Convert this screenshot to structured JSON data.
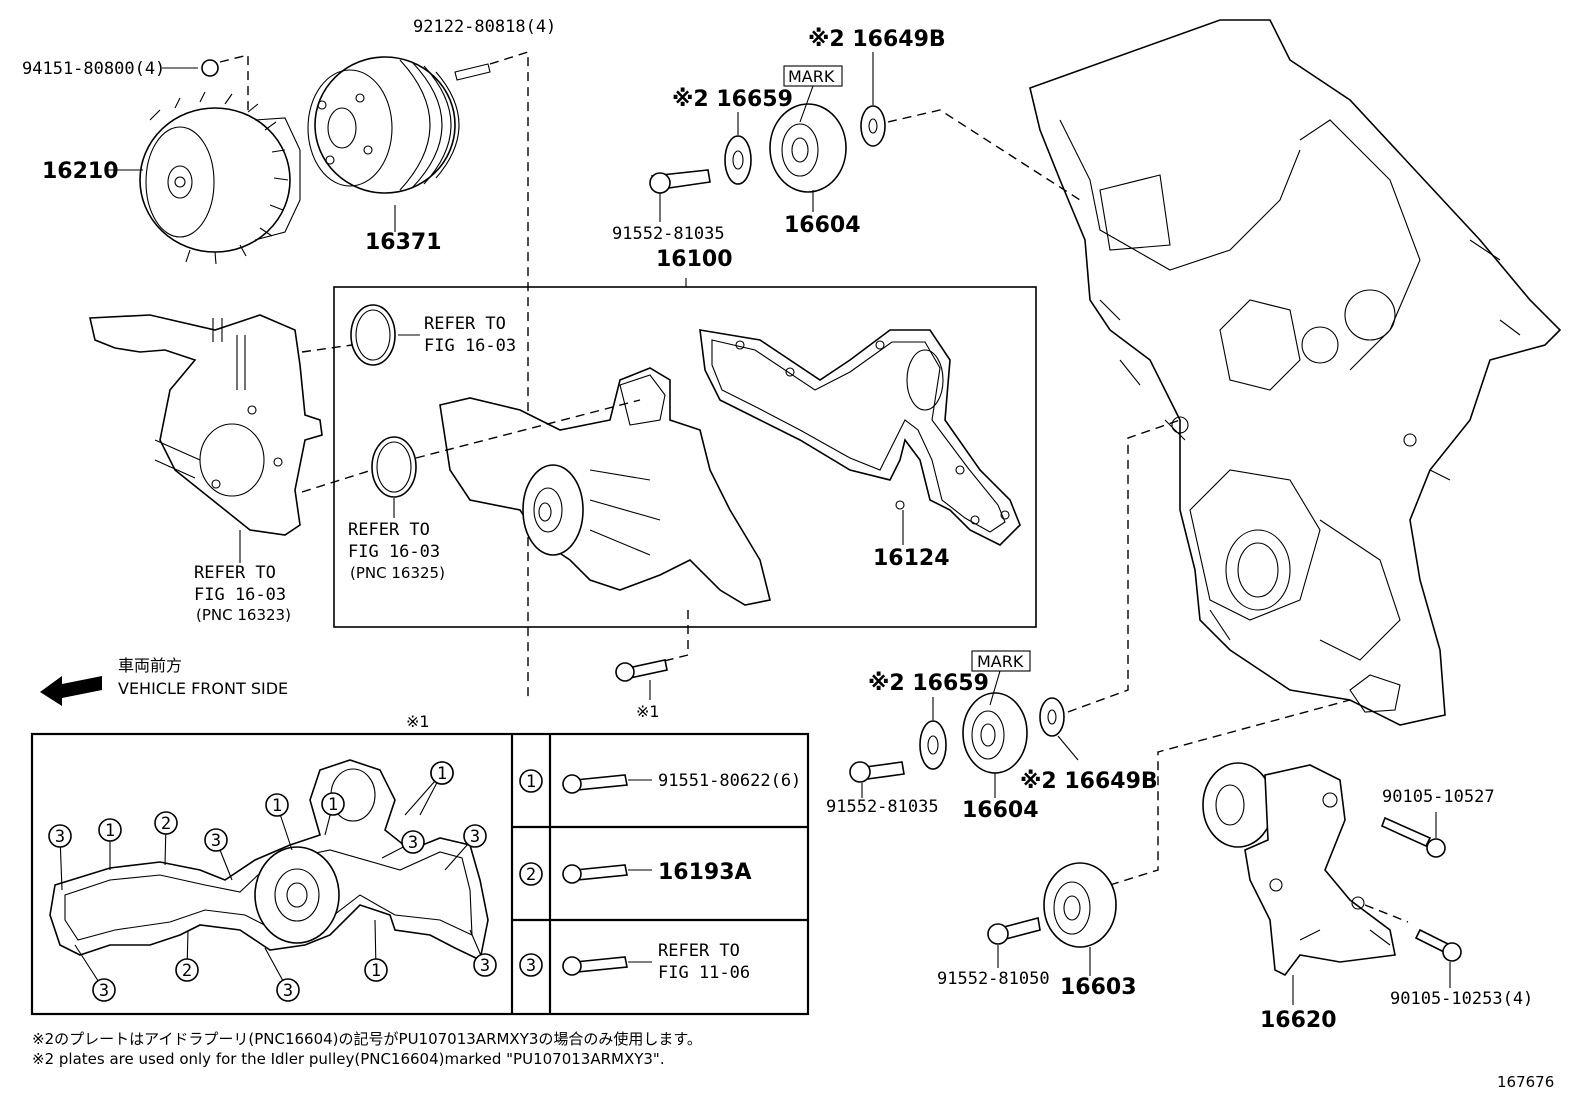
{
  "diagram_id": "167676",
  "labels": {
    "p94151": "94151-80800(4)",
    "p92122": "92122-80818(4)",
    "p16210": "16210",
    "p16371": "16371",
    "p16659_top": "※2 16659",
    "p16649b_top": "※2 16649B",
    "mark_top": "MARK",
    "p91552_top": "91552-81035",
    "p16604_top": "16604",
    "p16100": "16100",
    "p16124": "16124",
    "refer_a_1": "REFER TO",
    "refer_a_2": "FIG 16-03",
    "refer_b_1": "REFER TO",
    "refer_b_2": "FIG 16-03",
    "refer_b_3": "(PNC 16325)",
    "refer_c_1": "REFER TO",
    "refer_c_2": "FIG 16-03",
    "refer_c_3": "(PNC 16323)",
    "bolt_note": "※1",
    "front_jp": "車両前方",
    "front_en": "VEHICLE FRONT SIDE",
    "inset_title": "※1",
    "p16659_bot": "※2 16659",
    "mark_bot": "MARK",
    "p91552_bot": "91552-81035",
    "p16604_bot": "16604",
    "p16649b_bot": "※2 16649B",
    "p90105_a": "90105-10527",
    "p90105_b": "90105-10253(4)",
    "p91552_81050": "91552-81050",
    "p16603": "16603",
    "p16620": "16620"
  },
  "legend": [
    {
      "marker": "1",
      "part": "91551-80622(6)"
    },
    {
      "marker": "2",
      "part": "16193A"
    },
    {
      "marker": "3",
      "part_line1": "REFER TO",
      "part_line2": "FIG 11-06"
    }
  ],
  "inset_markers": [
    "3",
    "1",
    "2",
    "3",
    "1",
    "1",
    "3",
    "3",
    "2",
    "3",
    "1",
    "3",
    "1",
    "3",
    "1"
  ],
  "footnote_jp": "※2のプレートはアイドラプーリ(PNC16604)の記号がPU107013ARMXY3の場合のみ使用します。",
  "footnote_en": "※2 plates are used only for the Idler pulley(PNC16604)marked \"PU107013ARMXY3\"."
}
